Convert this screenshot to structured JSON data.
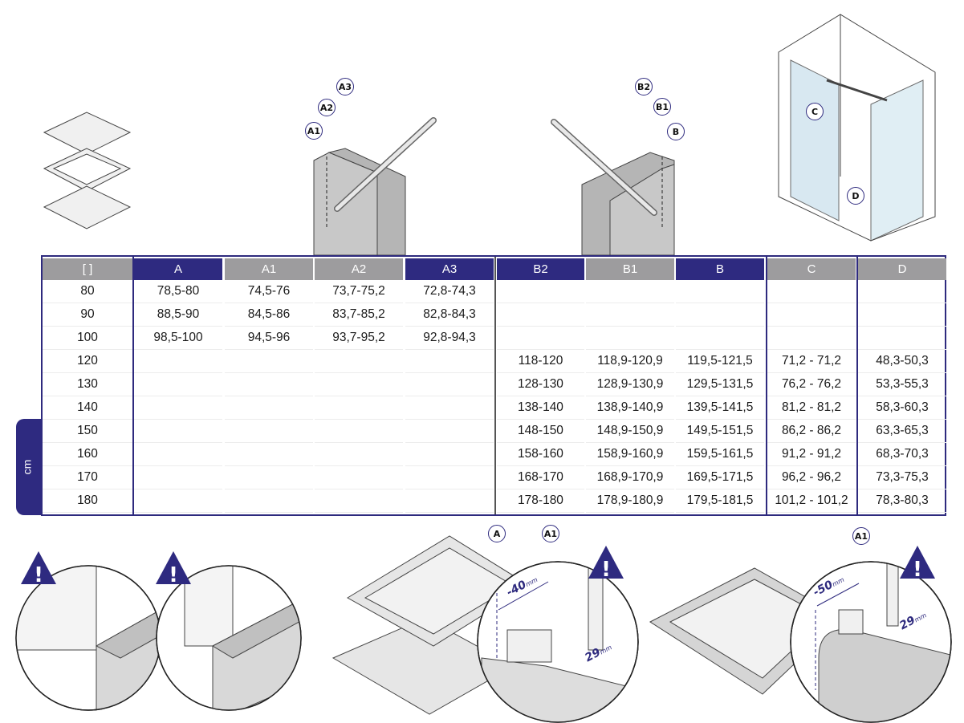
{
  "callouts_top": {
    "a1": "A1",
    "a2": "A2",
    "a3": "A3",
    "b2": "B2",
    "b1": "B1",
    "b": "B",
    "c": "C",
    "d": "D"
  },
  "callouts_bottom": {
    "a": "A",
    "a1_left": "A1",
    "a1_right": "A1"
  },
  "dimensions": {
    "minus40": "-40",
    "minus50": "-50",
    "d29_left": "29",
    "d29_right": "29",
    "unit": "mm"
  },
  "unit_tab": "cm",
  "table": {
    "headers": [
      "[ ]",
      "A",
      "A1",
      "A2",
      "A3",
      "B2",
      "B1",
      "B",
      "C",
      "D"
    ],
    "rows": [
      [
        "80",
        "78,5-80",
        "74,5-76",
        "73,7-75,2",
        "72,8-74,3",
        "",
        "",
        "",
        "",
        ""
      ],
      [
        "90",
        "88,5-90",
        "84,5-86",
        "83,7-85,2",
        "82,8-84,3",
        "",
        "",
        "",
        "",
        ""
      ],
      [
        "100",
        "98,5-100",
        "94,5-96",
        "93,7-95,2",
        "92,8-94,3",
        "",
        "",
        "",
        "",
        ""
      ],
      [
        "120",
        "",
        "",
        "",
        "",
        "118-120",
        "118,9-120,9",
        "119,5-121,5",
        "71,2 - 71,2",
        "48,3-50,3"
      ],
      [
        "130",
        "",
        "",
        "",
        "",
        "128-130",
        "128,9-130,9",
        "129,5-131,5",
        "76,2 - 76,2",
        "53,3-55,3"
      ],
      [
        "140",
        "",
        "",
        "",
        "",
        "138-140",
        "138,9-140,9",
        "139,5-141,5",
        "81,2 - 81,2",
        "58,3-60,3"
      ],
      [
        "150",
        "",
        "",
        "",
        "",
        "148-150",
        "148,9-150,9",
        "149,5-151,5",
        "86,2 - 86,2",
        "63,3-65,3"
      ],
      [
        "160",
        "",
        "",
        "",
        "",
        "158-160",
        "158,9-160,9",
        "159,5-161,5",
        "91,2 - 91,2",
        "68,3-70,3"
      ],
      [
        "170",
        "",
        "",
        "",
        "",
        "168-170",
        "168,9-170,9",
        "169,5-171,5",
        "96,2 - 96,2",
        "73,3-75,3"
      ],
      [
        "180",
        "",
        "",
        "",
        "",
        "178-180",
        "178,9-180,9",
        "179,5-181,5",
        "101,2 - 101,2",
        "78,3-80,3"
      ]
    ]
  },
  "colors": {
    "navy": "#2e2a80",
    "grey": "#9d9c9e",
    "warning": "#2e2a80"
  }
}
